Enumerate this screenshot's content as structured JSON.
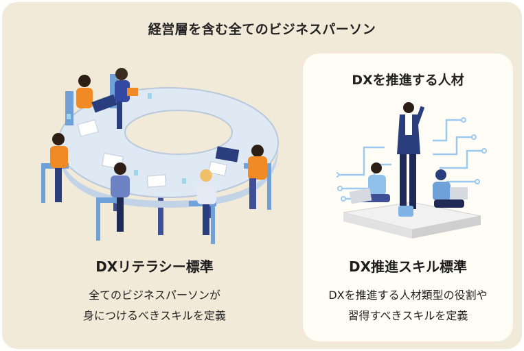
{
  "header": {
    "title": "経営層を含む全てのビジネスパーソン"
  },
  "left_panel": {
    "heading": "DXリテラシー標準",
    "description_line1": "全てのビジネスパーソンが",
    "description_line2": "身につけるべきスキルを定義"
  },
  "right_panel": {
    "title": "DXを推進する人材",
    "heading": "DX推進スキル標準",
    "description_line1": "DXを推進する人材類型の役割や",
    "description_line2": "習得すべきスキルを定義"
  },
  "colors": {
    "outer_bg": "#f1ead8",
    "inner_bg": "#fffdf6",
    "table": "#dfe9f4",
    "chair": "#6fa1d8",
    "accent_orange": "#f08a24",
    "navy": "#2a3d7c"
  },
  "illustrations": [
    "meeting-table-illustration",
    "dx-talent-illustration"
  ]
}
